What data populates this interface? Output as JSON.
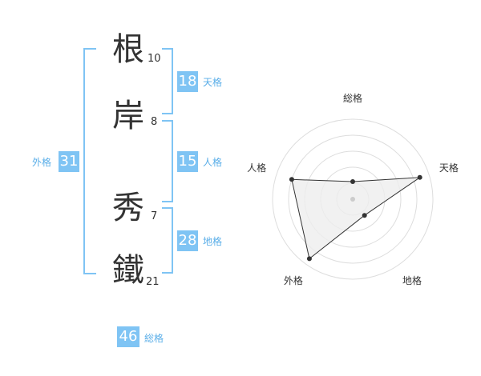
{
  "name": {
    "characters": [
      {
        "char": "根",
        "strokes": "10"
      },
      {
        "char": "岸",
        "strokes": "8"
      },
      {
        "char": "秀",
        "strokes": "7"
      },
      {
        "char": "鐵",
        "strokes": "21"
      }
    ]
  },
  "fortune": {
    "tenkaku": {
      "value": "18",
      "label": "天格"
    },
    "jinkaku": {
      "value": "15",
      "label": "人格"
    },
    "chikaku": {
      "value": "28",
      "label": "地格"
    },
    "gaikaku": {
      "value": "31",
      "label": "外格"
    },
    "soukaku": {
      "value": "46",
      "label": "総格"
    }
  },
  "colors": {
    "accent": "#7fc4f4",
    "accent_text": "#5aaee8",
    "text": "#333333"
  },
  "chart_data": {
    "type": "radar",
    "axes": [
      "総格",
      "天格",
      "地格",
      "外格",
      "人格"
    ],
    "values": [
      0.22,
      0.88,
      0.25,
      0.92,
      0.8
    ],
    "rings": 5
  }
}
